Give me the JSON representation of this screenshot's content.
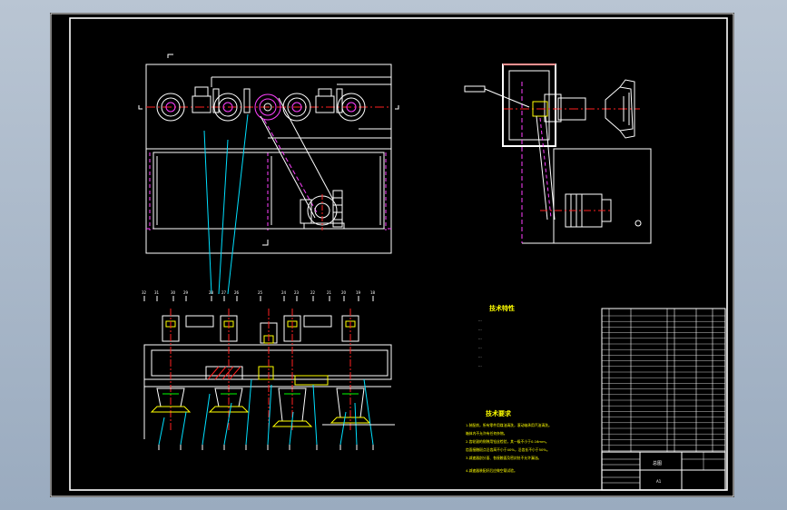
{
  "drawing": {
    "tech_params_title": "技术特性",
    "tech_params_lines": [
      "...",
      "...",
      "...",
      "...",
      "...",
      "..."
    ],
    "requirements_title": "技术要求",
    "requirements_lines": [
      "1.装配前，所有零件用煤油清洗，滚动轴承用汽油清洗。",
      "  箱体内不允许有任何杂物。",
      "2.齿轮副的侧隙用铅丝检验，其一级不小于0.16mm。",
      "  齿面接触斑点沿齿高不小于40%，沿齿长不小于50%。",
      "3.减速器剖分面、各接触面及密封处不允许漏油。",
      "4.减速器装配好后应做空载试验。"
    ],
    "title_block_name": "总图",
    "title_block_sub": "A1"
  },
  "colors": {
    "background": "#a9b7c7",
    "sheet": "#000000",
    "frame": "#ffffff",
    "part": "#ffffff",
    "center": "#ff2020",
    "hidden": "#ff40ff",
    "leader": "#00e0ff",
    "dim": "#00ff00",
    "accent": "#ffff00"
  }
}
